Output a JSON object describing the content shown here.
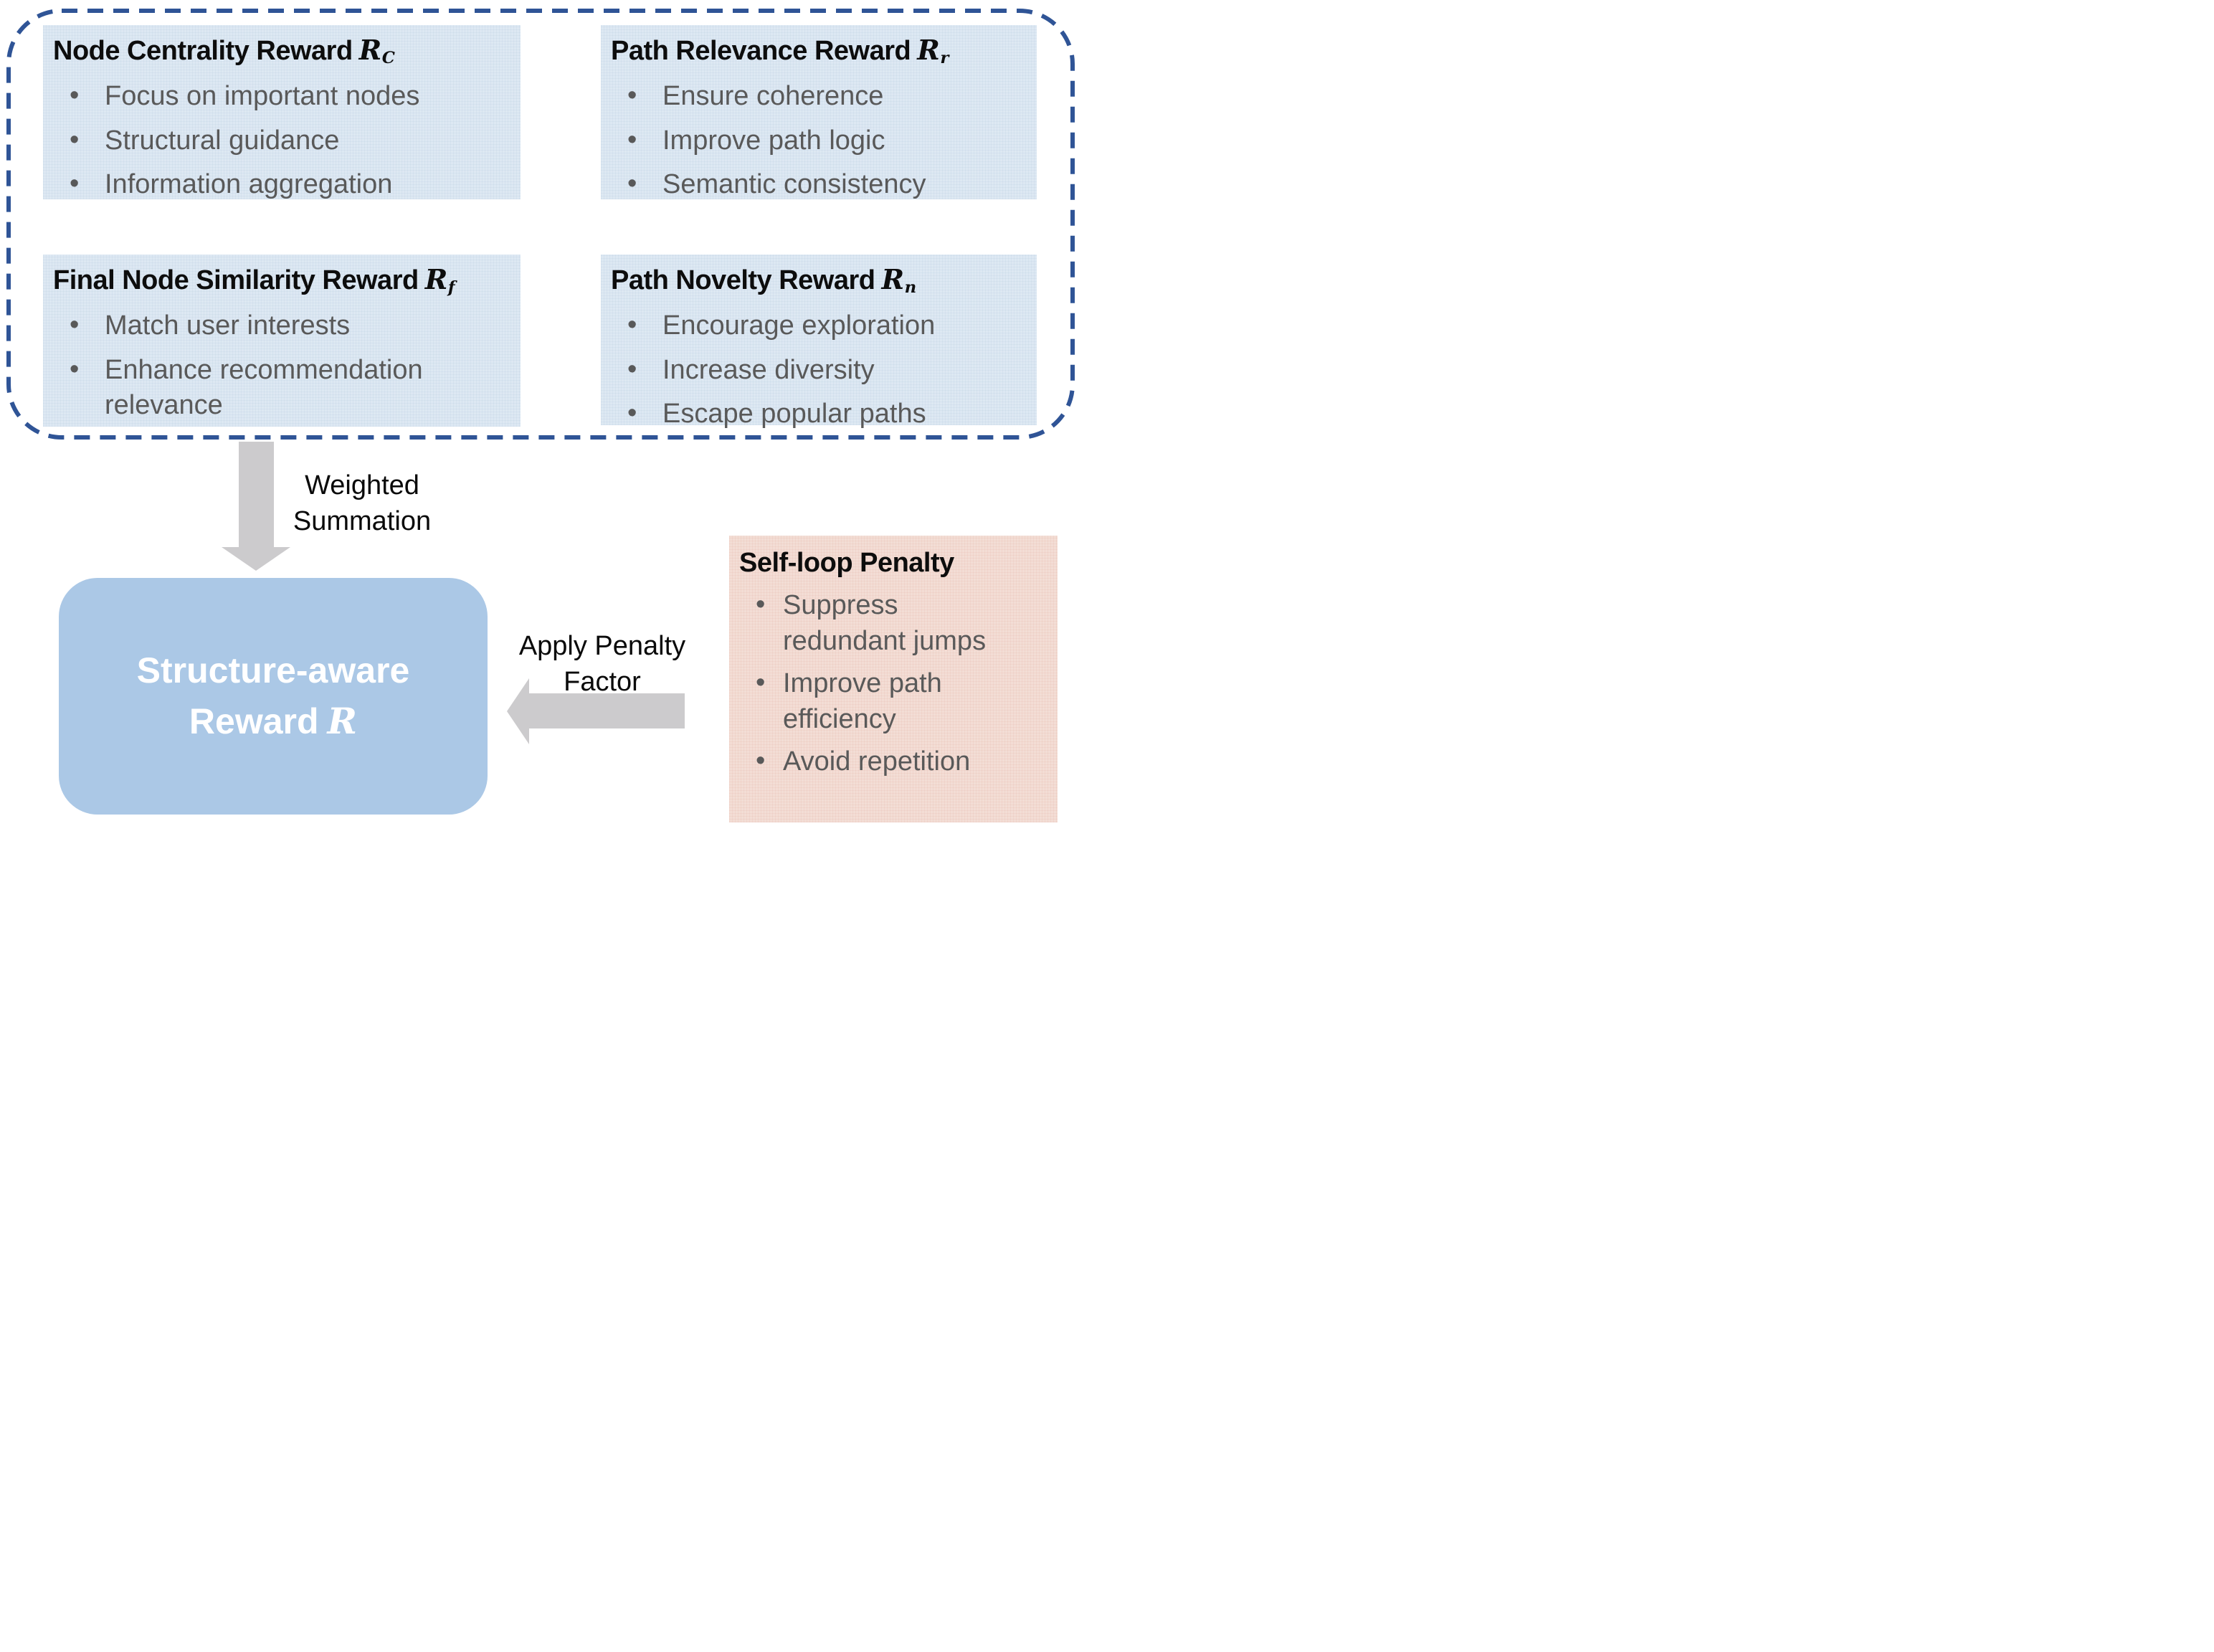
{
  "figure": {
    "reward_components": {
      "boxes": [
        {
          "title": "Node Centrality Reward",
          "symbol": "R",
          "subscript": "C",
          "bullets": [
            "Focus on important nodes",
            "Structural guidance",
            "Information aggregation"
          ]
        },
        {
          "title": "Path Relevance Reward",
          "symbol": "R",
          "subscript": "r",
          "bullets": [
            "Ensure coherence",
            "Improve path logic",
            "Semantic consistency"
          ]
        },
        {
          "title": "Final Node Similarity Reward",
          "symbol": "R",
          "subscript": "f",
          "bullets": [
            "Match user interests",
            "Enhance recommendation relevance"
          ]
        },
        {
          "title": "Path Novelty Reward",
          "symbol": "R",
          "subscript": "n",
          "bullets": [
            "Encourage exploration",
            "Increase diversity",
            "Escape popular paths"
          ]
        }
      ]
    },
    "flow": {
      "weighted_summation": {
        "line1": "Weighted",
        "line2": "Summation"
      },
      "apply_penalty": {
        "line1": "Apply Penalty",
        "line2": "Factor"
      }
    },
    "result_box": {
      "line1": "Structure-aware",
      "line2": "Reward",
      "symbol": "R"
    },
    "penalty_box": {
      "title": "Self-loop Penalty",
      "bullets": [
        "Suppress redundant jumps",
        "Improve path efficiency",
        "Avoid repetition"
      ]
    },
    "colors": {
      "dashed_border": "#2F5496",
      "component_box_fill": "#DDE8F3",
      "result_box_fill": "#ABC8E6",
      "penalty_box_fill": "#F3DDD5",
      "bullet_text": "#595959",
      "arrow_fill": "#CCCBCD"
    }
  }
}
